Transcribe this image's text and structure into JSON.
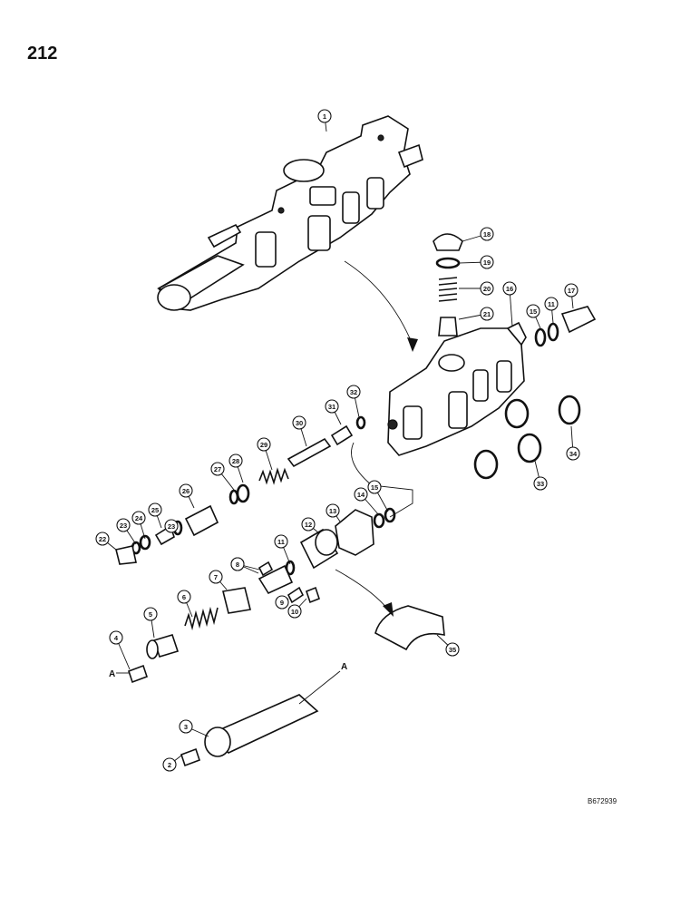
{
  "page": {
    "number": "212",
    "ref_code": "B672939"
  },
  "callouts": [
    {
      "label": "1"
    },
    {
      "label": "2"
    },
    {
      "label": "3"
    },
    {
      "label": "4"
    },
    {
      "label": "5"
    },
    {
      "label": "6"
    },
    {
      "label": "7"
    },
    {
      "label": "8"
    },
    {
      "label": "9"
    },
    {
      "label": "10"
    },
    {
      "label": "11"
    },
    {
      "label": "12"
    },
    {
      "label": "13"
    },
    {
      "label": "14"
    },
    {
      "label": "15"
    },
    {
      "label": "16"
    },
    {
      "label": "17"
    },
    {
      "label": "18"
    },
    {
      "label": "19"
    },
    {
      "label": "20"
    },
    {
      "label": "21"
    },
    {
      "label": "22"
    },
    {
      "label": "23"
    },
    {
      "label": "24"
    },
    {
      "label": "25"
    },
    {
      "label": "26"
    },
    {
      "label": "27"
    },
    {
      "label": "28"
    },
    {
      "label": "29"
    },
    {
      "label": "30"
    },
    {
      "label": "31"
    },
    {
      "label": "32"
    },
    {
      "label": "33"
    },
    {
      "label": "34"
    },
    {
      "label": "35"
    },
    {
      "label": "11"
    },
    {
      "label": "15"
    },
    {
      "label": "23"
    },
    {
      "label": "8"
    }
  ],
  "connector_letters": {
    "left": "A",
    "right": "A"
  }
}
